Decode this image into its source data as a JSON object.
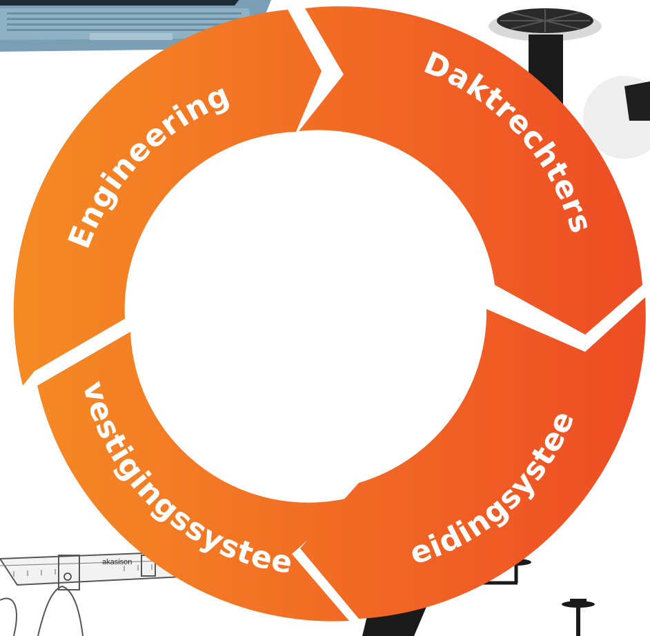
{
  "cycle": {
    "segments": [
      {
        "key": "engineering",
        "label": "Engineering"
      },
      {
        "key": "daktrechters",
        "label": "Daktrechters"
      },
      {
        "key": "leidingsysteem",
        "label": "Leidingsysteem"
      },
      {
        "key": "bevestigingssysteem",
        "label": "Bevestigingssysteem"
      }
    ],
    "colors": {
      "gradient_start": "#F58A24",
      "gradient_end": "#EE4E24",
      "label": "#FFFFFF"
    }
  },
  "images": {
    "laptop": {
      "icon": "laptop-icon"
    },
    "roof_drain": {
      "icon": "roof-drain-icon"
    },
    "pipe_system": {
      "icon": "pipe-system-icon"
    },
    "mounting_rail": {
      "icon": "mounting-rail-icon",
      "brand_text": "akasison"
    }
  }
}
